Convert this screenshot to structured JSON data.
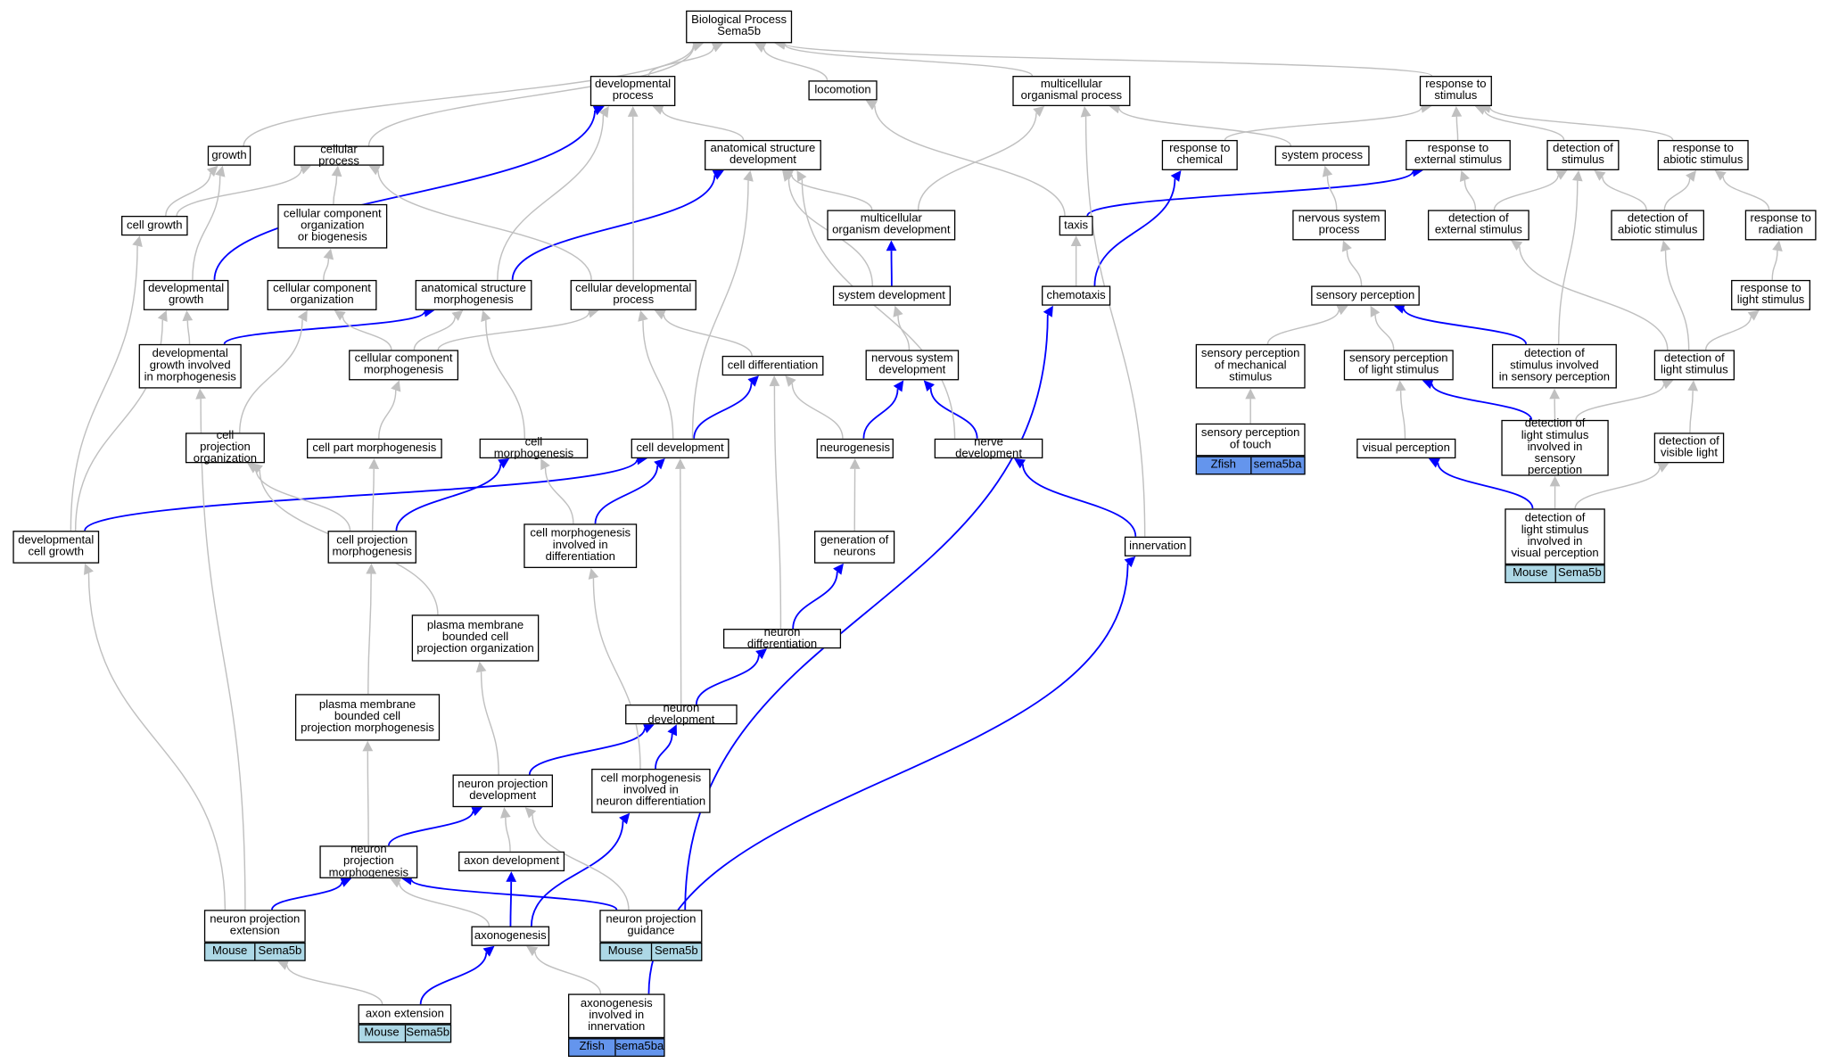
{
  "colors": {
    "edge_gray": "#c0c0c0",
    "edge_blue": "#0000ff",
    "mouse_bg": "#add8e6",
    "zfish_bg": "#6495ed"
  },
  "nodes": {
    "n_root": "Biological Process\nSema5b",
    "n_dev_process": "developmental\nprocess",
    "n_locomotion": "locomotion",
    "n_multi_org": "multicellular\norganismal process",
    "n_resp_stim": "response to\nstimulus",
    "n_growth": "growth",
    "n_cell_process": "cellular process",
    "n_anat_dev": "anatomical structure\ndevelopment",
    "n_resp_chem": "response to\nchemical",
    "n_sys_process": "system process",
    "n_resp_ext": "response to\nexternal stimulus",
    "n_det_stim": "detection of\nstimulus",
    "n_resp_abiotic": "response to\nabiotic stimulus",
    "n_cell_growth": "cell growth",
    "n_cc_org_bio": "cellular component\norganization\nor biogenesis",
    "n_multi_org_dev": "multicellular\norganism development",
    "n_taxis": "taxis",
    "n_ns_process": "nervous system\nprocess",
    "n_det_ext": "detection of\nexternal stimulus",
    "n_det_abiotic": "detection of\nabiotic stimulus",
    "n_resp_rad": "response to\nradiation",
    "n_dev_growth": "developmental\ngrowth",
    "n_cc_org": "cellular component\norganization",
    "n_anat_morph": "anatomical structure\nmorphogenesis",
    "n_cell_dev_proc": "cellular developmental\nprocess",
    "n_sys_dev": "system development",
    "n_chemotaxis": "chemotaxis",
    "n_sens_perc": "sensory perception",
    "n_resp_light": "response to\nlight stimulus",
    "n_dev_growth_morph": "developmental\ngrowth involved\nin morphogenesis",
    "n_cc_morph": "cellular component\nmorphogenesis",
    "n_cell_diff": "cell differentiation",
    "n_ns_dev": "nervous system\ndevelopment",
    "n_sp_mech": "sensory perception\nof mechanical\nstimulus",
    "n_sp_light": "sensory perception\nof light stimulus",
    "n_det_stim_sens": "detection of\nstimulus involved\nin sensory perception",
    "n_det_light": "detection of\nlight stimulus",
    "n_cp_org": "cell projection\norganization",
    "n_cell_part_morph": "cell part morphogenesis",
    "n_cell_morph": "cell morphogenesis",
    "n_cell_dev": "cell development",
    "n_neurogenesis": "neurogenesis",
    "n_nerve_dev": "nerve development",
    "n_sp_touch": "sensory perception\nof touch",
    "n_visual_perc": "visual perception",
    "n_det_light_sens": "detection of\nlight stimulus\ninvolved in\nsensory perception",
    "n_det_visible": "detection of\nvisible light",
    "n_dev_cell_growth": "developmental\ncell growth",
    "n_cp_morph": "cell projection\nmorphogenesis",
    "n_cell_morph_diff": "cell morphogenesis\ninvolved in\ndifferentiation",
    "n_gen_neurons": "generation of\nneurons",
    "n_innervation": "innervation",
    "n_det_light_visual": "detection of\nlight stimulus\ninvolved in\nvisual perception",
    "n_pm_org": "plasma membrane\nbounded cell\nprojection organization",
    "n_neuron_diff": "neuron differentiation",
    "n_pm_morph": "plasma membrane\nbounded cell\nprojection morphogenesis",
    "n_neuron_dev": "neuron development",
    "n_np_dev": "neuron projection\ndevelopment",
    "n_cell_morph_nd": "cell morphogenesis\ninvolved in\nneuron differentiation",
    "n_np_morph": "neuron projection\nmorphogenesis",
    "n_axon_dev": "axon development",
    "n_np_ext": "neuron projection\nextension",
    "n_axonogenesis": "axonogenesis",
    "n_np_guid": "neuron projection\nguidance",
    "n_axon_ext": "axon extension",
    "n_axono_innerv": "axonogenesis\ninvolved in\ninnervation"
  },
  "annotations": {
    "a_touch": [
      "Zfish",
      "sema5ba"
    ],
    "a_visual": [
      "Mouse",
      "Sema5b"
    ],
    "a_np_ext": [
      "Mouse",
      "Sema5b"
    ],
    "a_np_guid": [
      "Mouse",
      "Sema5b"
    ],
    "a_axon_ext": [
      "Mouse",
      "Sema5b"
    ],
    "a_axono_innerv": [
      "Zfish",
      "sema5ba"
    ]
  }
}
